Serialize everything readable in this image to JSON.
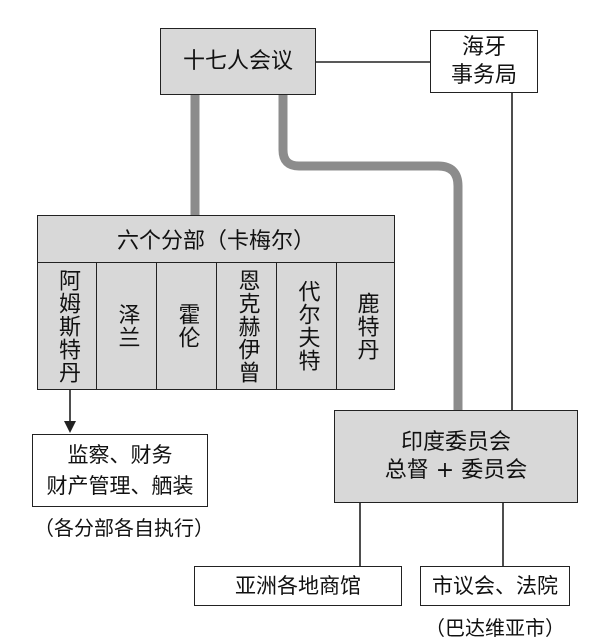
{
  "nodes": {
    "council": "十七人会议",
    "hague": {
      "line1": "海牙",
      "line2": "事务局"
    },
    "chambers": {
      "title": "六个分部（卡梅尔）",
      "items": [
        "阿姆斯特丹",
        "泽兰",
        "霍伦",
        "恩克赫伊曾",
        "代尔夫特",
        "鹿特丹"
      ]
    },
    "duties": {
      "line1": "监察、财务",
      "line2": "财产管理、舾装",
      "note": "（各分部各自执行）"
    },
    "india": {
      "line1": "印度委员会",
      "line2": "总督 + 委员会"
    },
    "factories": "亚洲各地商馆",
    "city": {
      "label": "市议会、法院",
      "note": "（巴达维亚市）"
    }
  },
  "colors": {
    "box_fill": "#d8d8d8",
    "thick_line": "#8c8c8c",
    "thin_line": "#222222"
  }
}
